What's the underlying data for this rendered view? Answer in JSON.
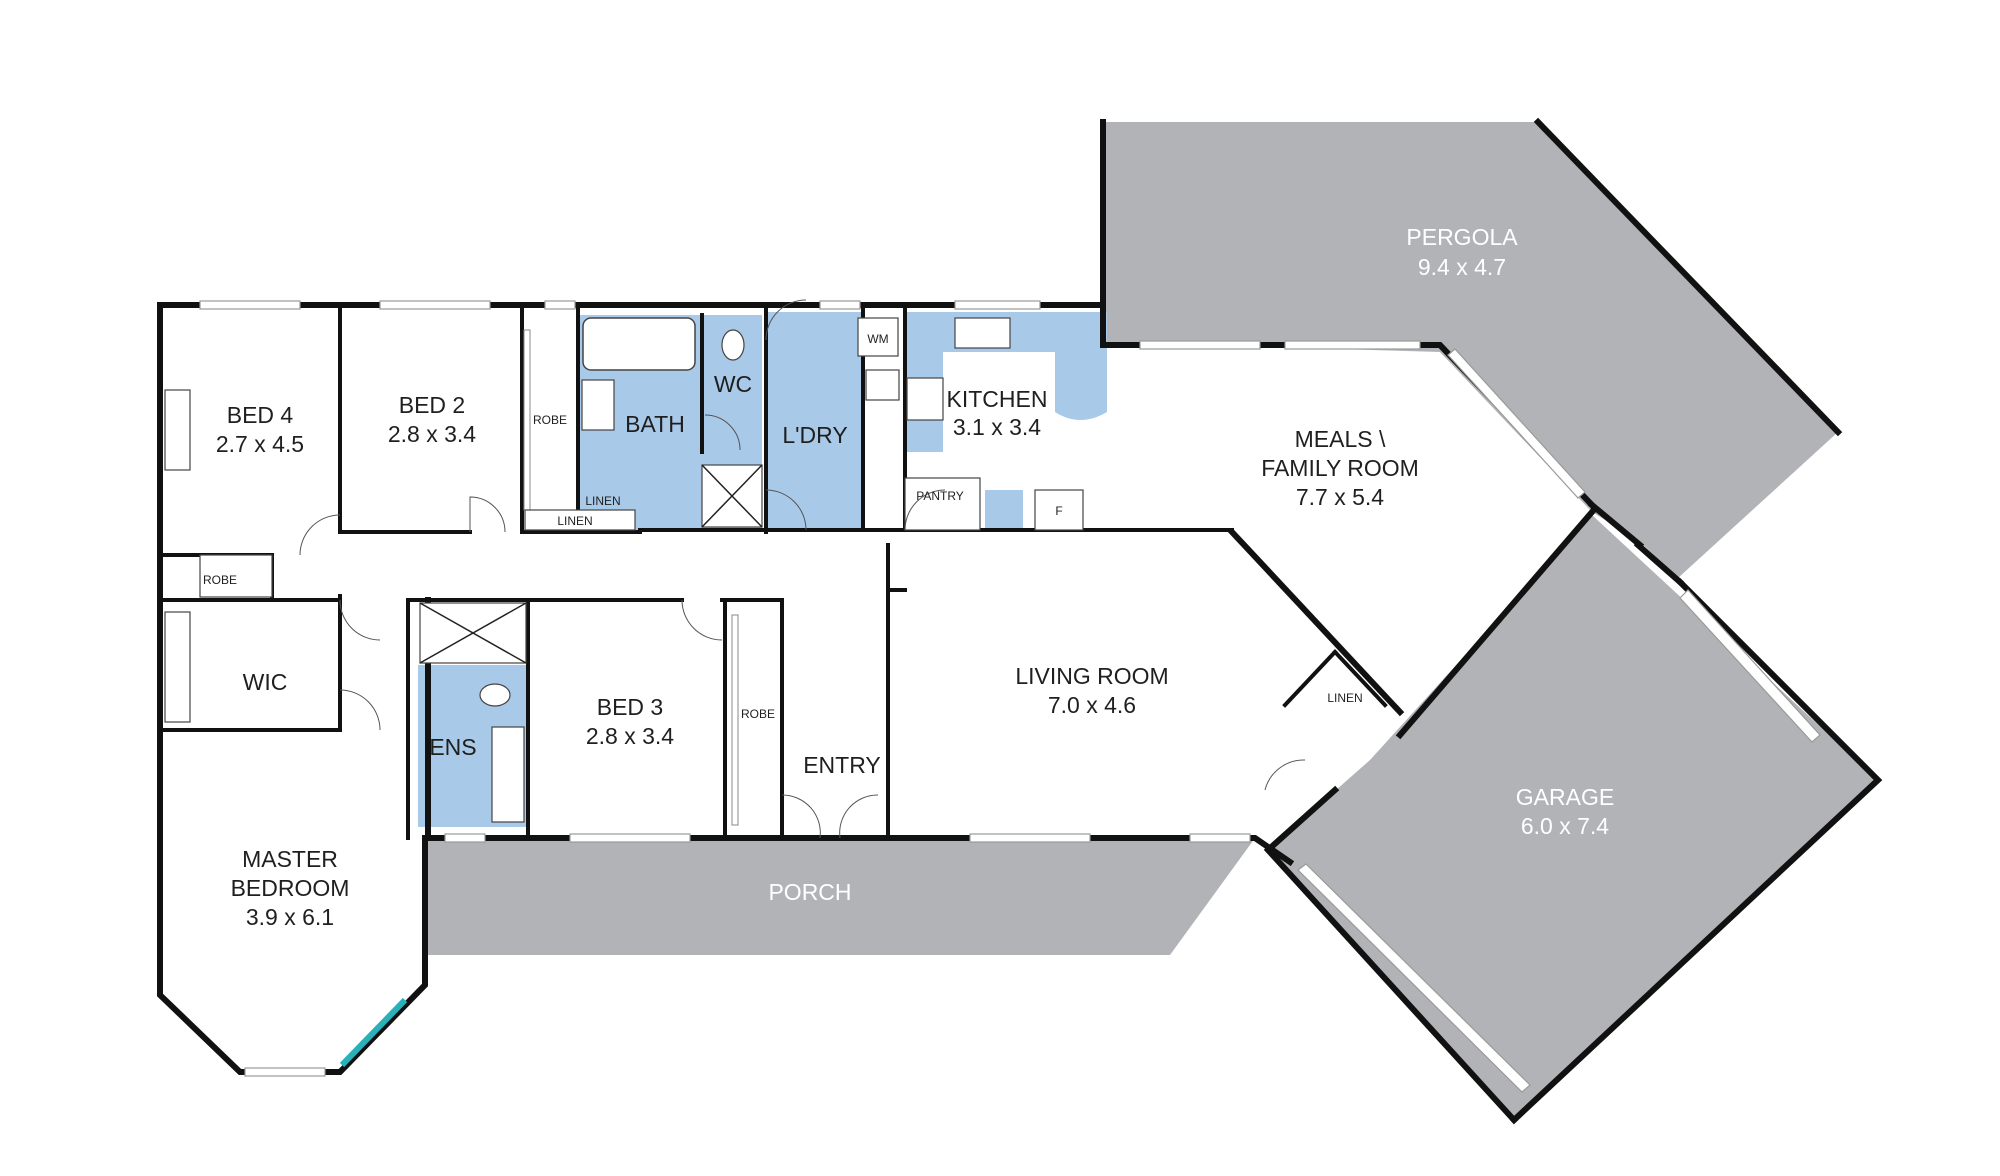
{
  "colors": {
    "outdoor": "#b1b3b6",
    "wet_area": "#a9c9e9",
    "wall": "#111111",
    "accent_window": "#2ab0b8"
  },
  "rooms": {
    "pergola": {
      "name": "PERGOLA",
      "size": "9.4 x 4.7"
    },
    "bed4": {
      "name": "BED 4",
      "size": "2.7 x 4.5"
    },
    "bed2": {
      "name": "BED 2",
      "size": "2.8 x 3.4"
    },
    "bath": {
      "name": "BATH"
    },
    "wc": {
      "name": "WC"
    },
    "laundry": {
      "name": "L'DRY"
    },
    "kitchen": {
      "name": "KITCHEN",
      "size": "3.1 x 3.4"
    },
    "meals": {
      "name_line1": "MEALS \\",
      "name_line2": "FAMILY ROOM",
      "size": "7.7 x 5.4"
    },
    "wic": {
      "name": "WIC"
    },
    "bed3": {
      "name": "BED 3",
      "size": "2.8 x 3.4"
    },
    "ens": {
      "name": "ENS"
    },
    "living": {
      "name": "LIVING ROOM",
      "size": "7.0 x 4.6"
    },
    "entry": {
      "name": "ENTRY"
    },
    "garage": {
      "name": "GARAGE",
      "size": "6.0 x 7.4"
    },
    "master": {
      "name_line1": "MASTER",
      "name_line2": "BEDROOM",
      "size": "3.9 x 6.1"
    },
    "porch": {
      "name": "PORCH"
    }
  },
  "fixtures": {
    "robe": "ROBE",
    "linen": "LINEN",
    "pantry": "PANTRY",
    "wm": "WM",
    "fridge": "F"
  }
}
